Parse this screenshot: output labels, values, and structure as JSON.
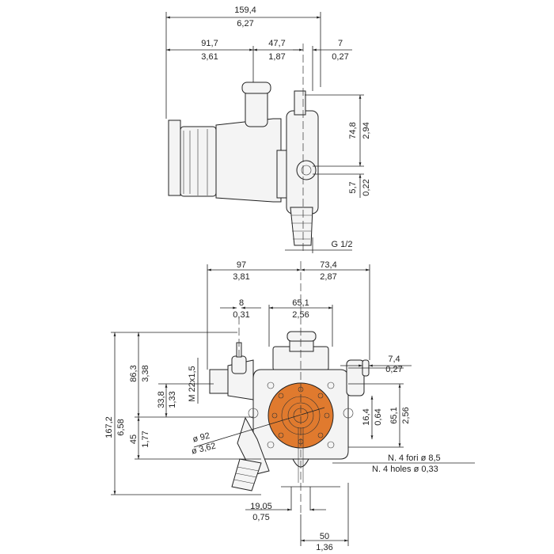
{
  "title": "Pump dimensional drawing",
  "colors": {
    "flange": "#e07a2e",
    "line": "#222222"
  },
  "top_view": {
    "overall_width": {
      "mm": "159,4",
      "in": "6,27"
    },
    "body_left": {
      "mm": "91,7",
      "in": "3,61"
    },
    "body_mid": {
      "mm": "47,7",
      "in": "1,87"
    },
    "outlet_offset": {
      "mm": "7",
      "in": "0,27"
    },
    "outlet_height": {
      "mm": "74,8",
      "in": "2,94"
    },
    "inlet_offset": {
      "mm": "5,7",
      "in": "0,22"
    },
    "thread": "G 1/2"
  },
  "front_view": {
    "left_width": {
      "mm": "97",
      "in": "3,81"
    },
    "right_width": {
      "mm": "73,4",
      "in": "2,87"
    },
    "nozzle": {
      "mm": "8",
      "in": "0,31"
    },
    "top_span": {
      "mm": "65,1",
      "in": "2,56"
    },
    "total_height": {
      "mm": "167,2",
      "in": "6,58"
    },
    "upper_height": {
      "mm": "86,3",
      "in": "3,38"
    },
    "inlet_height": {
      "mm": "33,8",
      "in": "1,33"
    },
    "thread": "M 22x1,5",
    "lower_height": {
      "mm": "45",
      "in": "1,77"
    },
    "side_offset": {
      "mm": "7,4",
      "in": "0,27"
    },
    "hole_offset": {
      "mm": "16,4",
      "in": "0,64"
    },
    "hole_span": {
      "mm": "65,1",
      "in": "2,56"
    },
    "diameter": {
      "mm": "ø 92",
      "in": "ø 3,62"
    },
    "holes_it": "N. 4 fori ø 8,5",
    "holes_en": "N. 4 holes ø 0,33",
    "shaft": {
      "mm": "19,05",
      "in": "0,75"
    },
    "shaft_length": {
      "mm": "50",
      "in": "1,36"
    }
  }
}
